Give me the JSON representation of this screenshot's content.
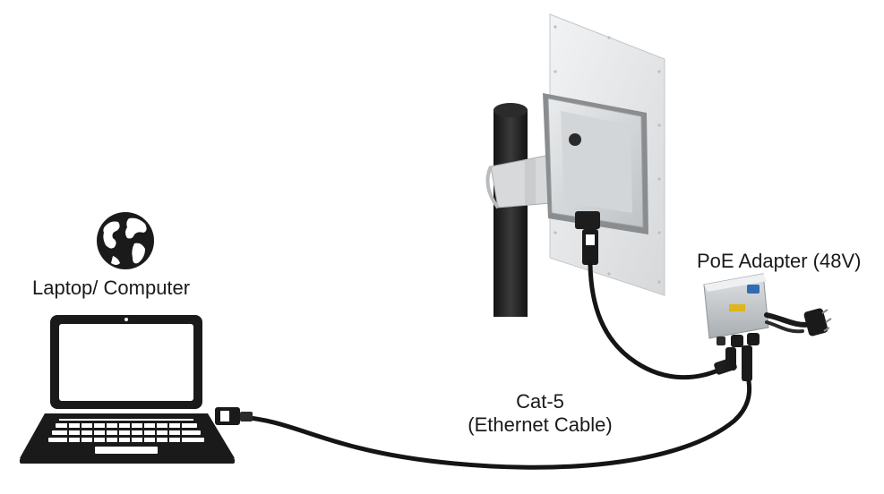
{
  "labels": {
    "laptop": "Laptop/ Computer",
    "poe_adapter": "PoE Adapter (48V)",
    "cable_line1": "Cat-5",
    "cable_line2": "(Ethernet Cable)"
  },
  "icons": {
    "internet": "globe-icon",
    "computer": "laptop-icon",
    "outdoor_unit": "antenna-radio-icon",
    "mount": "pole-icon",
    "power_injector": "poe-adapter-icon",
    "power_plug": "power-plug-icon",
    "cable": "ethernet-cable-icon"
  },
  "colors": {
    "ink": "#1a1a1a",
    "cable": "#151515",
    "antenna_panel": "#e6e7e8",
    "adapter_body": "#c9cdd1"
  }
}
